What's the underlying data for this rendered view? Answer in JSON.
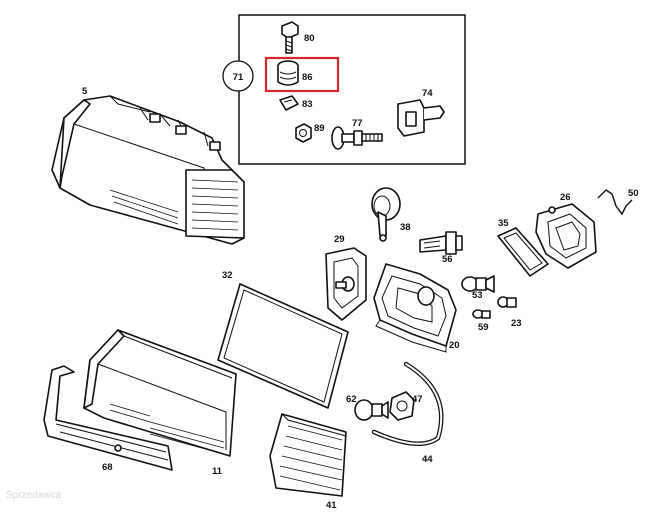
{
  "diagram": {
    "highlight_color": "#d9242b",
    "callouts": {
      "p80": "80",
      "p86": "86",
      "p83": "83",
      "p89": "89",
      "p77": "77",
      "p74": "74",
      "p71": "71",
      "p5": "5",
      "p38": "38",
      "p29": "29",
      "p56": "56",
      "p35": "35",
      "p26": "26",
      "p50": "50",
      "p53": "53",
      "p59": "59",
      "p23": "23",
      "p32": "32",
      "p20": "20",
      "p62": "62",
      "p47": "47",
      "p68": "68",
      "p11": "11",
      "p44": "44",
      "p41": "41"
    },
    "watermark": "Sprzedawca"
  }
}
